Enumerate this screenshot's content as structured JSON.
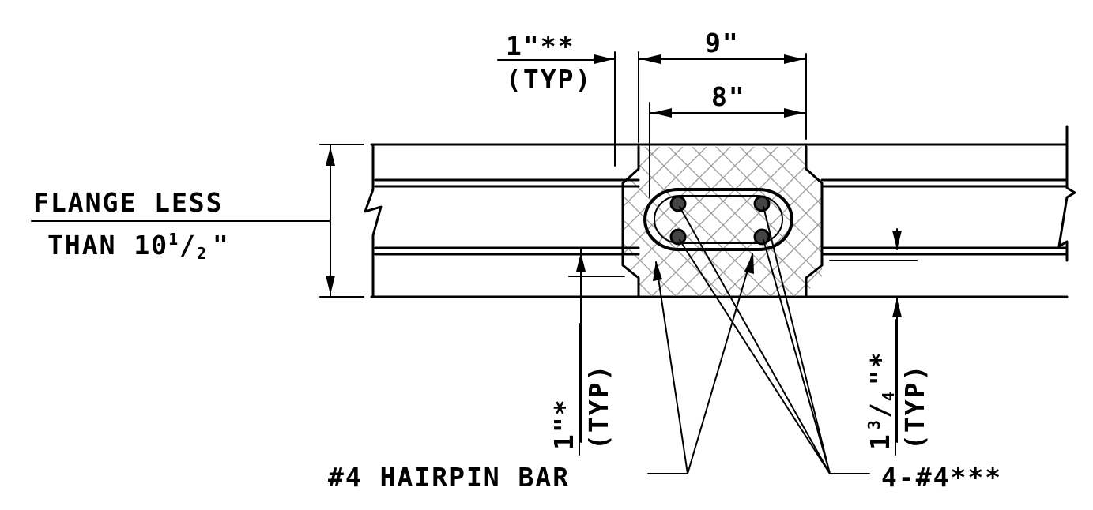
{
  "dims": {
    "d9": "9\"",
    "d8": "8\"",
    "d1_top_value": "1\"**",
    "d1_top_note": "(TYP)",
    "d1_bottom_value": "1\"*",
    "d1_bottom_note": "(TYP)",
    "d134_whole": "1",
    "d134_num": "3",
    "d134_den": "4",
    "d134_suffix": "\"*",
    "d134_note": "(TYP)"
  },
  "flange": {
    "line1": "FLANGE LESS",
    "line2_a": "THAN 10",
    "line2_num": "1",
    "line2_den": "2",
    "line2_b": "\""
  },
  "labels": {
    "hairpin": "#4 HAIRPIN BAR",
    "bars": "4-#4***"
  }
}
